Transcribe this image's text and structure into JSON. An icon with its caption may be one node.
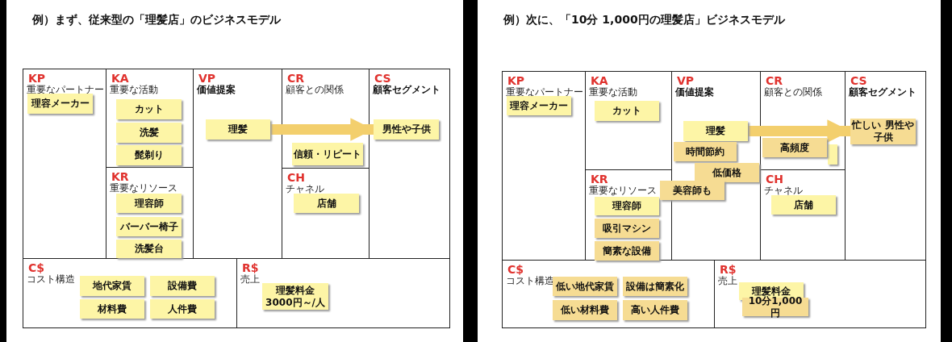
{
  "diagram": {
    "nodes": [
      {
        "text": [
          "例）まず、従来型の「理髪店」のビジネスモデル"
        ]
      },
      {
        "text": [
          "KP",
          "重要なパートナー"
        ],
        "in": 0
      },
      {
        "text": [
          "KA",
          "重要な活動"
        ],
        "in": 0
      },
      {
        "text": [
          "KR",
          "重要なリソース"
        ],
        "in": 0
      },
      {
        "text": [
          "VP",
          "価値提案"
        ],
        "in": 0
      },
      {
        "text": [
          "CR",
          "顧客との関係"
        ],
        "in": 0
      },
      {
        "text": [
          "CH",
          "チャネル"
        ],
        "in": 0
      },
      {
        "text": [
          "CS",
          "顧客セグメント"
        ],
        "in": 0
      },
      {
        "text": [
          "C$",
          "コスト構造"
        ],
        "in": 0
      },
      {
        "text": [
          "R$",
          "売上"
        ],
        "in": 0
      },
      {
        "text": [
          "理容メーカー"
        ],
        "in": 1
      },
      {
        "text": [
          "カット"
        ],
        "in": 2
      },
      {
        "text": [
          "洗髪"
        ],
        "in": 2
      },
      {
        "text": [
          "髭剃り"
        ],
        "in": 2
      },
      {
        "text": [
          "理容師"
        ],
        "in": 3
      },
      {
        "text": [
          "バーバー椅子"
        ],
        "in": 3
      },
      {
        "text": [
          "洗髪台"
        ],
        "in": 3
      },
      {
        "text": [
          "理髪"
        ],
        "in": 4
      },
      {
        "text": [
          "信頼・リピート"
        ],
        "in": 5
      },
      {
        "text": [
          "店舗"
        ],
        "in": 6
      },
      {
        "text": [
          "男性や子供"
        ],
        "in": 7
      },
      {
        "text": [
          "地代家賃"
        ],
        "in": 8
      },
      {
        "text": [
          "設備費"
        ],
        "in": 8
      },
      {
        "text": [
          "材料費"
        ],
        "in": 8
      },
      {
        "text": [
          "人件費"
        ],
        "in": 8
      },
      {
        "text": [
          "理髪料金 3000円～/人"
        ],
        "in": 9
      },
      {
        "text": [
          "例）次に、「10分 1,000円の理髪店」ビジネスモデル"
        ]
      },
      {
        "text": [
          "KP",
          "重要なパートナー"
        ],
        "in": 26
      },
      {
        "text": [
          "KA",
          "重要な活動"
        ],
        "in": 26
      },
      {
        "text": [
          "KR",
          "重要なリソース"
        ],
        "in": 26
      },
      {
        "text": [
          "VP",
          "価値提案"
        ],
        "in": 26
      },
      {
        "text": [
          "CR",
          "顧客との関係"
        ],
        "in": 26
      },
      {
        "text": [
          "CH",
          "チャネル"
        ],
        "in": 26
      },
      {
        "text": [
          "CS",
          "顧客セグメント"
        ],
        "in": 26
      },
      {
        "text": [
          "C$",
          "コスト構造"
        ],
        "in": 26
      },
      {
        "text": [
          "R$",
          "売上"
        ],
        "in": 26
      },
      {
        "text": [
          "理容メーカー"
        ],
        "in": 27
      },
      {
        "text": [
          "カット"
        ],
        "in": 28
      },
      {
        "text": [
          "理髪"
        ],
        "in": 30
      },
      {
        "text": [
          "時間節約"
        ],
        "in": 30
      },
      {
        "text": [
          "低価格"
        ],
        "in": 30
      },
      {
        "text": [],
        "shape": "box",
        "in": 31
      },
      {
        "text": [
          "高頻度"
        ],
        "in": 31
      },
      {
        "text": [
          "美容師も"
        ],
        "in": 26
      },
      {
        "text": [
          "理容師"
        ],
        "in": 29
      },
      {
        "text": [
          "吸引マシン"
        ],
        "in": 29
      },
      {
        "text": [
          "簡素な設備"
        ],
        "in": 29
      },
      {
        "text": [
          "忙しい 男性や子供"
        ],
        "in": 33
      },
      {
        "text": [
          "店舗"
        ],
        "in": 32
      },
      {
        "text": [
          "低い地代家賃"
        ],
        "in": 34
      },
      {
        "text": [
          "設備は簡素化"
        ],
        "in": 34
      },
      {
        "text": [
          "低い材料費"
        ],
        "in": 34
      },
      {
        "text": [
          "高い人件費"
        ],
        "in": 34
      },
      {
        "text": [
          "理髪料金"
        ],
        "in": 35
      },
      {
        "text": [
          "10分1,000円"
        ],
        "in": 35
      }
    ],
    "edges": [
      {
        "from": 17,
        "to": 20,
        "arrow": "to"
      },
      {
        "from": 38,
        "to": 47,
        "arrow": "to"
      }
    ]
  }
}
